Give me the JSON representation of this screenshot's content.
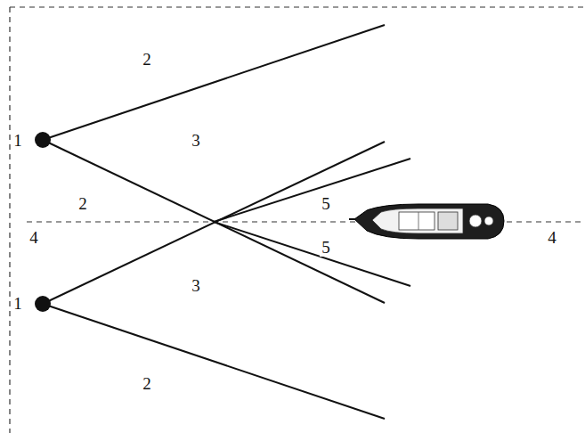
{
  "diagram": {
    "labels": [
      "2",
      "1",
      "3",
      "2",
      "5",
      "4",
      "4",
      "5",
      "3",
      "1",
      "2"
    ]
  }
}
